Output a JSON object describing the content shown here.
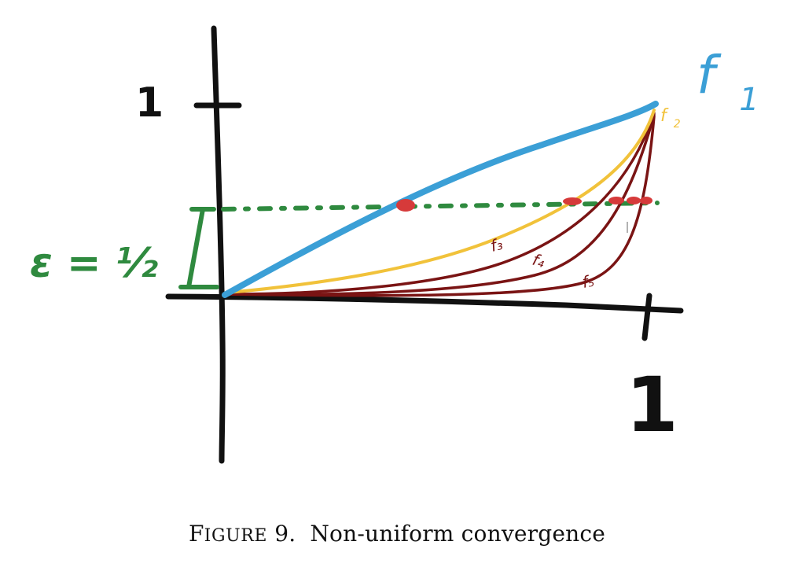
{
  "axes": {
    "y_tick_label": "1",
    "x_tick_label": "1"
  },
  "curve_labels": {
    "f1": "f",
    "f1_sub": "1",
    "f2": "f",
    "f2_sub": "2",
    "f3": "f₃",
    "f4": "f₄",
    "f5": "f₅"
  },
  "epsilon_label": "ε = ½",
  "colors": {
    "axes": "#111111",
    "f1": "#3b9fd6",
    "f2": "#f1c23a",
    "fn": "#7a1414",
    "epsilon_line": "#2f8a3f",
    "intersection": "#d63a3a"
  },
  "caption": {
    "prefix_first": "F",
    "prefix_rest": "IGURE",
    "number": "9.",
    "text": "Non-uniform convergence"
  }
}
